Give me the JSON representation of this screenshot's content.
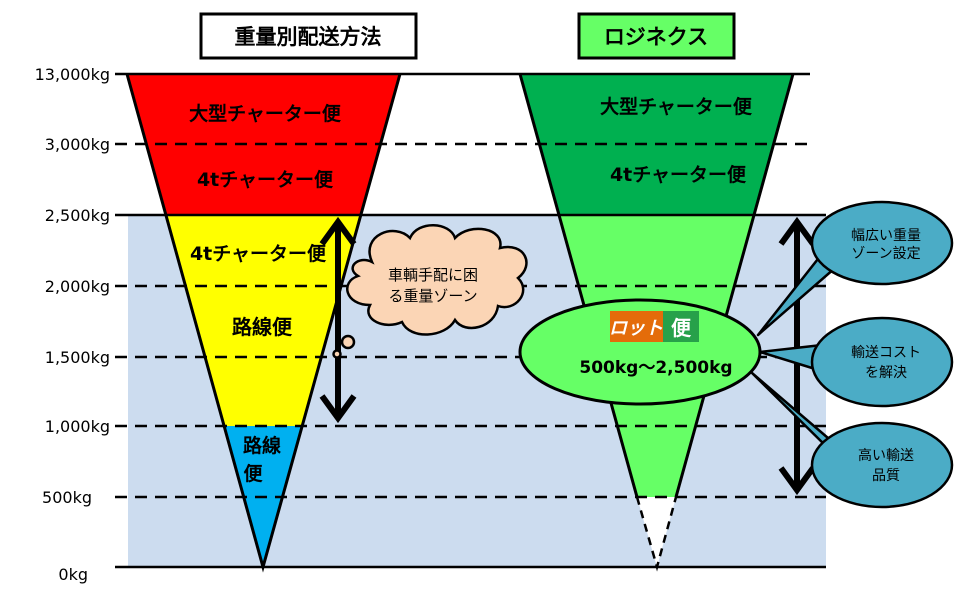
{
  "titles": {
    "left": "重量別配送方法",
    "right": "ロジネクス"
  },
  "y_axis": [
    "13,000kg",
    "3,000kg",
    "2,500kg",
    "2,000kg",
    "1,500kg",
    "1,000kg",
    "500kg",
    "0kg"
  ],
  "left_funnel": {
    "large_charter": "大型チャーター便",
    "charter_4t_top": "4tチャーター便",
    "charter_4t_mid": "4tチャーター便",
    "route": "路線便",
    "route_small_1": "路線",
    "route_small_2": "便"
  },
  "cloud": {
    "line1": "車輌手配に困",
    "line2": "る重量ゾーン"
  },
  "right_funnel": {
    "large_charter": "大型チャーター便",
    "charter_4t": "4tチャーター便"
  },
  "lot": {
    "logo_a": "ロット",
    "logo_b": "便",
    "range": "500kg～2,500kg"
  },
  "callouts": [
    {
      "line1": "幅広い重量",
      "line2": "ゾーン設定"
    },
    {
      "line1": "輸送コスト",
      "line2": "を解決"
    },
    {
      "line1": "高い輸送",
      "line2": "品質"
    }
  ],
  "colors": {
    "red": "#ff0000",
    "yellow": "#ffff00",
    "blue": "#00b0f0",
    "dark_green": "#00b050",
    "light_green": "#66ff66",
    "band": "#ccdcef",
    "cloud": "#fbd5b5",
    "callout": "#4bacc6",
    "logo_orange": "#e46c0a"
  }
}
